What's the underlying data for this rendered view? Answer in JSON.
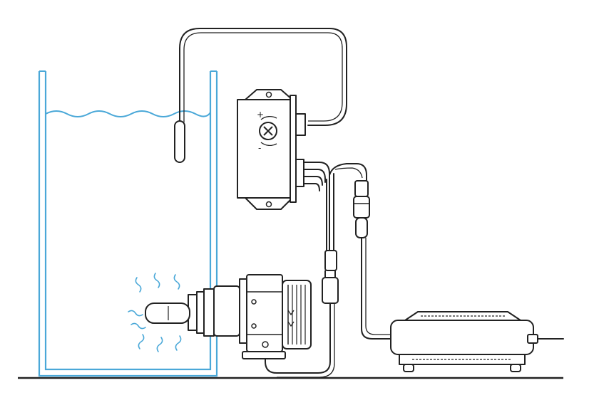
{
  "controller": {
    "increase_symbol": "+",
    "decrease_symbol": "-"
  },
  "colors": {
    "line": "#222222",
    "water": "#4aa8d8",
    "background": "#ffffff"
  },
  "icons": [
    "tank",
    "water-surface",
    "temperature-probe",
    "controller-box",
    "adjust-knob-icon",
    "heating-element",
    "pump-motor",
    "connector-plug",
    "power-supply"
  ]
}
